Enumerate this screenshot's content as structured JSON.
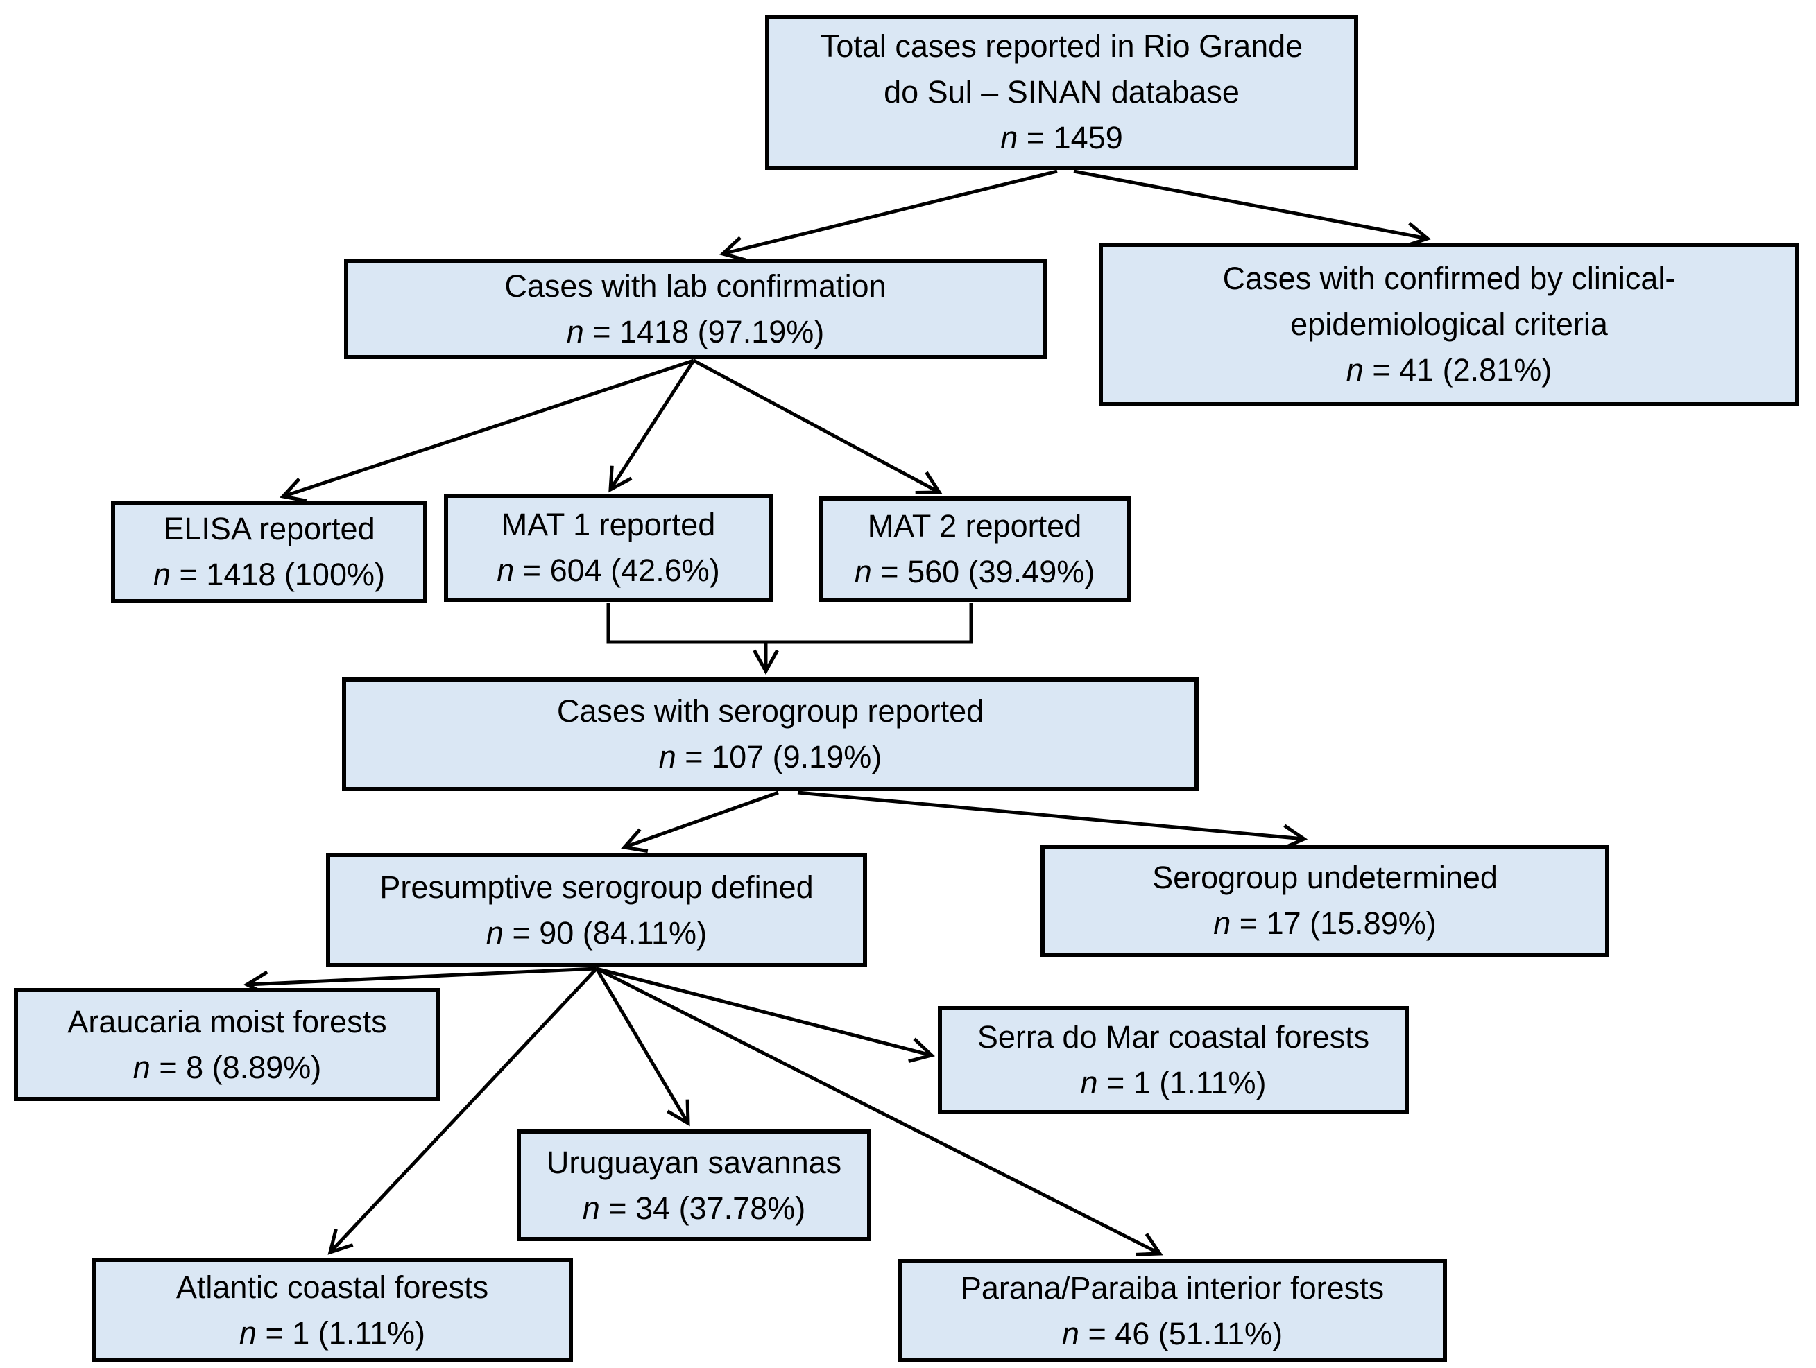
{
  "diagram": {
    "title": "Case classification flowchart",
    "background_color": "#ffffff",
    "box_fill_color": "#dae7f4",
    "box_border_color": "#000000",
    "n_symbol": "n",
    "nodes": [
      {
        "id": "total",
        "lines": [
          "Total cases reported in Rio Grande",
          "do Sul – SINAN database"
        ],
        "stat": "= 1459"
      },
      {
        "id": "lab",
        "lines": [
          "Cases with lab confirmation"
        ],
        "stat": "= 1418 (97.19%)"
      },
      {
        "id": "clinical",
        "lines": [
          "Cases with confirmed by clinical-",
          "epidemiological criteria"
        ],
        "stat": "= 41 (2.81%)"
      },
      {
        "id": "elisa",
        "lines": [
          "ELISA reported"
        ],
        "stat": "= 1418 (100%)"
      },
      {
        "id": "mat1",
        "lines": [
          "MAT 1 reported"
        ],
        "stat": "= 604 (42.6%)"
      },
      {
        "id": "mat2",
        "lines": [
          "MAT 2 reported"
        ],
        "stat": "= 560 (39.49%)"
      },
      {
        "id": "serogroup",
        "lines": [
          "Cases with serogroup reported"
        ],
        "stat": "= 107 (9.19%)"
      },
      {
        "id": "presumptive",
        "lines": [
          "Presumptive serogroup defined"
        ],
        "stat": "= 90 (84.11%)"
      },
      {
        "id": "undetermined",
        "lines": [
          "Serogroup undetermined"
        ],
        "stat": "= 17 (15.89%)"
      },
      {
        "id": "araucaria",
        "lines": [
          "Araucaria moist forests"
        ],
        "stat": "= 8 (8.89%)"
      },
      {
        "id": "serra",
        "lines": [
          "Serra do Mar coastal forests"
        ],
        "stat": "= 1 (1.11%)"
      },
      {
        "id": "uruguayan",
        "lines": [
          "Uruguayan savannas"
        ],
        "stat": "= 34 (37.78%)"
      },
      {
        "id": "atlantic",
        "lines": [
          "Atlantic coastal forests"
        ],
        "stat": "= 1 (1.11%)"
      },
      {
        "id": "parana",
        "lines": [
          "Parana/Paraiba interior forests"
        ],
        "stat": "= 46 (51.11%)"
      }
    ],
    "edges": [
      {
        "from": "total",
        "to": "lab"
      },
      {
        "from": "total",
        "to": "clinical"
      },
      {
        "from": "lab",
        "to": "elisa"
      },
      {
        "from": "lab",
        "to": "mat1"
      },
      {
        "from": "lab",
        "to": "mat2"
      },
      {
        "from": "mat1",
        "to": "serogroup"
      },
      {
        "from": "mat2",
        "to": "serogroup"
      },
      {
        "from": "serogroup",
        "to": "presumptive"
      },
      {
        "from": "serogroup",
        "to": "undetermined"
      },
      {
        "from": "presumptive",
        "to": "araucaria"
      },
      {
        "from": "presumptive",
        "to": "atlantic"
      },
      {
        "from": "presumptive",
        "to": "uruguayan"
      },
      {
        "from": "presumptive",
        "to": "serra"
      },
      {
        "from": "presumptive",
        "to": "parana"
      }
    ]
  }
}
